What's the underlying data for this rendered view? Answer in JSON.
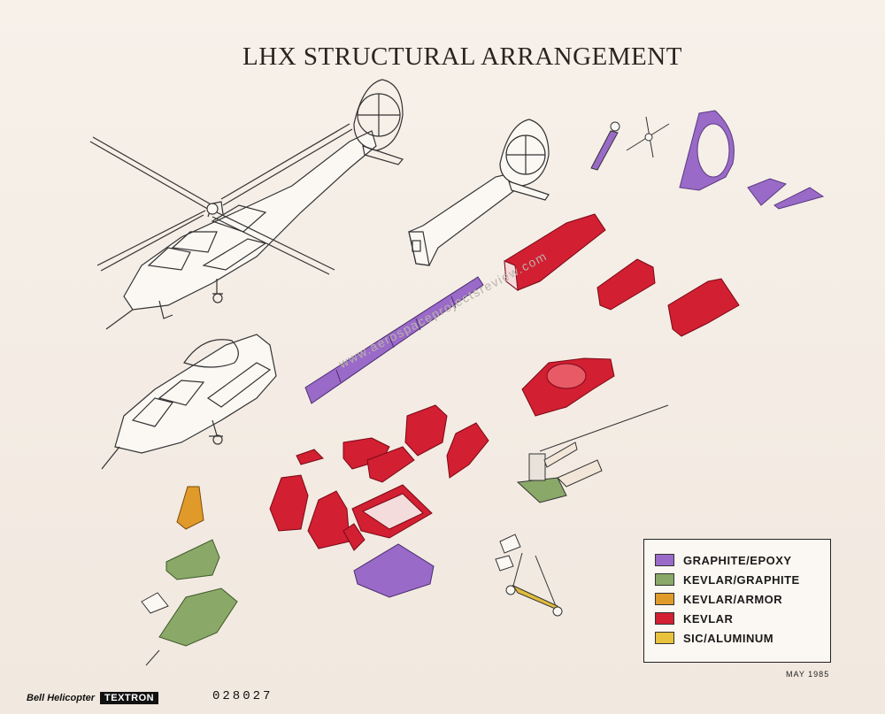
{
  "title": "LHX STRUCTURAL ARRANGEMENT",
  "colors": {
    "line": "#333333",
    "graphite_epoxy": "#9a6ac8",
    "kevlar_graphite": "#8aa868",
    "kevlar_armor": "#e09a2a",
    "kevlar": "#d21f32",
    "sic_aluminum": "#e0bc3c"
  },
  "legend": [
    {
      "label": "GRAPHITE/EPOXY",
      "color": "#9a6ac8"
    },
    {
      "label": "KEVLAR/GRAPHITE",
      "color": "#8aa868"
    },
    {
      "label": "KEVLAR/ARMOR",
      "color": "#e09a2a"
    },
    {
      "label": "KEVLAR",
      "color": "#d21f32"
    },
    {
      "label": "SIC/ALUMINUM",
      "color": "#e8c23c"
    }
  ],
  "date": "MAY 1985",
  "footer": {
    "company": "Bell Helicopter",
    "brand": "TEXTRON",
    "photo_number": "028027"
  },
  "watermark": "www.aerospaceprojectsreview.com"
}
